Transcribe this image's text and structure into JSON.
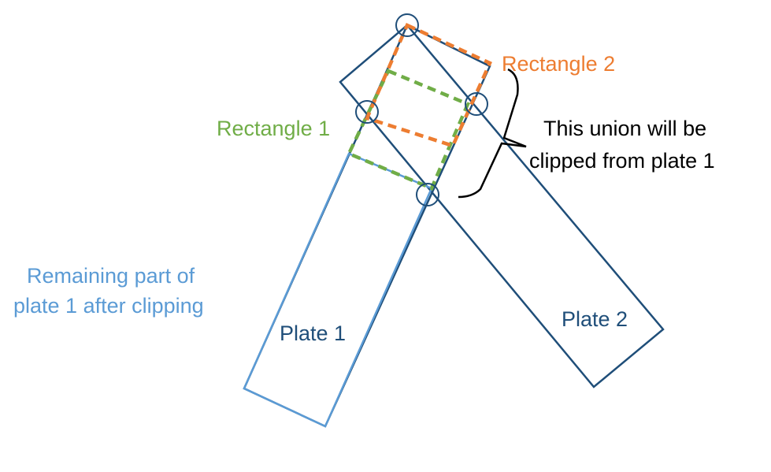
{
  "labels": {
    "rectangle_1": "Rectangle 1",
    "rectangle_2": "Rectangle 2",
    "union_note_line1": "This union will be",
    "union_note_line2": "clipped from plate 1",
    "remaining_line1": "Remaining part of",
    "remaining_line2": "plate 1 after clipping",
    "plate_1": "Plate 1",
    "plate_2": "Plate 2"
  },
  "colors": {
    "plate_outline": "#1f4e79",
    "remaining_part": "#5b9bd5",
    "rectangle_1": "#70ad47",
    "rectangle_2": "#ed7d31",
    "annotation": "#000000",
    "plate_label": "#1f4e79"
  }
}
